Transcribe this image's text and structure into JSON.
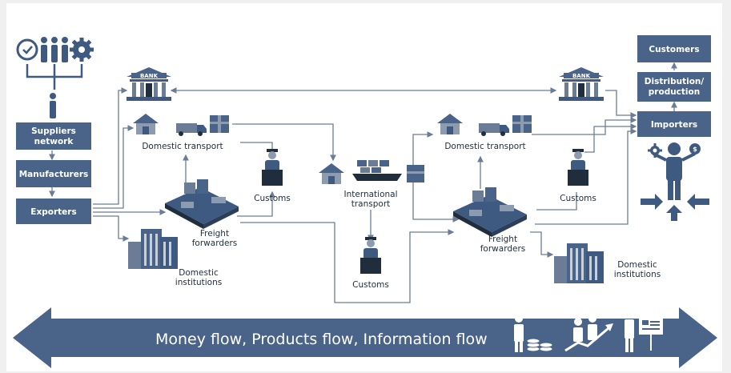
{
  "diagram": {
    "left_chain": [
      "Suppliers network",
      "Manufacturers",
      "Exporters"
    ],
    "right_chain": [
      "Customers",
      "Distribution/ production",
      "Importers"
    ],
    "labels": {
      "domestic_transport_left": "Domestic transport",
      "domestic_transport_right": "Domestic transport",
      "customs_left": "Customs",
      "customs_center": "Customs",
      "customs_right": "Customs",
      "international_transport": "International transport",
      "freight_forwarders_left": "Freight forwarders",
      "freight_forwarders_right": "Freight forwarders",
      "domestic_institutions_left": "Domestic institutions",
      "domestic_institutions_right": "Domestic institutions",
      "bank_left": "BANK",
      "bank_right": "BANK"
    },
    "banner": "Money flow, Products flow, Information flow"
  },
  "colors": {
    "box_fill": "#4a6489",
    "line": "#6b7d96",
    "background": "#ffffff",
    "icon": "#3f5a80"
  },
  "icons": [
    "clock-icon",
    "people-icon",
    "gear-icon",
    "person-icon",
    "bank-icon",
    "house-icon",
    "truck-icon",
    "package-icon",
    "customs-officer-icon",
    "warehouse-icon",
    "ship-icon",
    "building-icon",
    "businessman-icon",
    "arrow-icon",
    "coins-icon",
    "growth-chart-icon",
    "presentation-icon"
  ]
}
